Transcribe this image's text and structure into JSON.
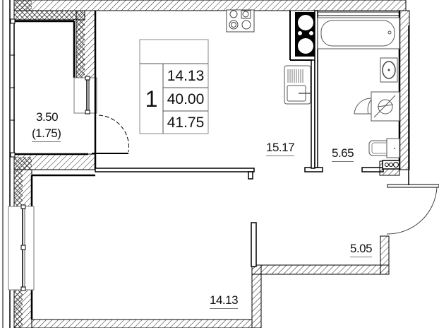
{
  "plan": {
    "type": "one-room apartment floor plan",
    "summary_table": {
      "rooms_count": "1",
      "living_area": "14.13",
      "total_area": "40.00",
      "total_area_with_balcony": "41.75"
    },
    "rooms": [
      {
        "id": "kitchen",
        "area": "15.17"
      },
      {
        "id": "bathroom",
        "area": "5.65"
      },
      {
        "id": "hallway",
        "area": "5.05"
      },
      {
        "id": "living-room",
        "area": "14.13"
      },
      {
        "id": "balcony",
        "area": "3.50",
        "area_reduced": "(1.75)"
      }
    ],
    "colors": {
      "line": "#000000",
      "hatch": "#222222",
      "fixture": "#555555",
      "background": "#ffffff"
    }
  }
}
